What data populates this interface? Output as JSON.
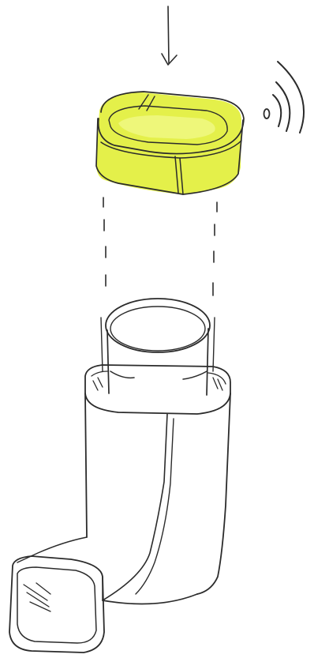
{
  "colors": {
    "ink": "#2b2b2b",
    "highlight": "#e4f04a",
    "highlight_light": "#eef77a",
    "paper": "#ffffff"
  },
  "icons": {
    "arrow": "down-arrow-icon",
    "signal": "wireless-signal-icon"
  },
  "parts": {
    "cap": "sensor-cap",
    "canister": "medication-canister",
    "body": "inhaler-body"
  }
}
